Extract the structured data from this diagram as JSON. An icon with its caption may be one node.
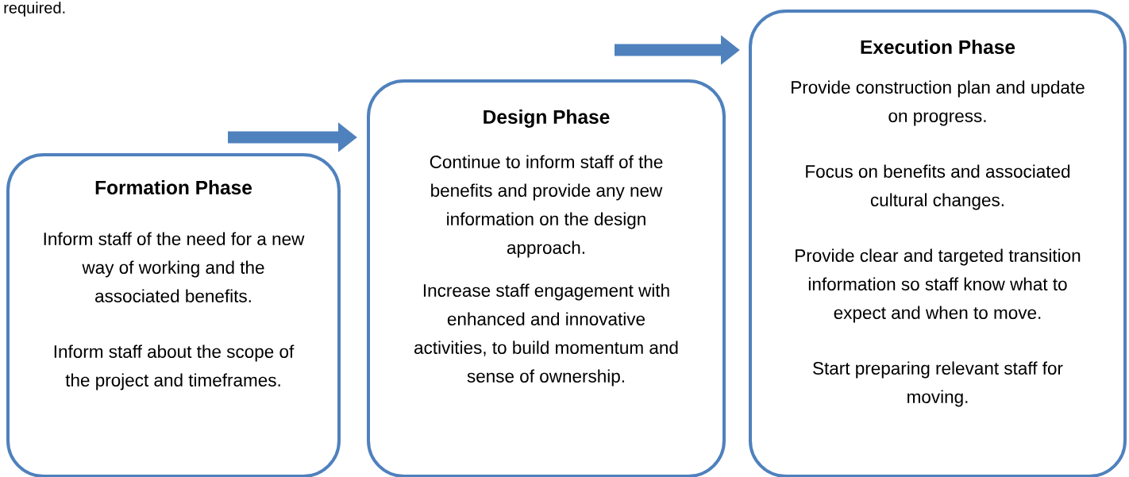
{
  "diagram": {
    "nodes": [
      {
        "text": [
          "Formation Phase",
          "Inform staff of the need for a new way of working and the associated benefits.",
          "Inform staff about the scope of the project and timeframes."
        ]
      },
      {
        "text": [
          "Design Phase",
          "Continue to inform staff of the benefits and provide any new information on the design approach.",
          "Increase staff engagement with enhanced and innovative activities, to build momentum and sense of ownership."
        ]
      },
      {
        "text": [
          "Execution Phase",
          "Provide construction plan and update on progress.",
          "Focus on benefits and associated cultural changes.",
          "Provide clear and targeted transition information so staff know what to expect and when to move.",
          "Start preparing relevant staff for moving."
        ]
      }
    ],
    "edges": [
      {
        "from": 0,
        "to": 1,
        "arrow": "to"
      },
      {
        "from": 1,
        "to": 2,
        "arrow": "to"
      }
    ],
    "labels": [
      "required."
    ]
  }
}
